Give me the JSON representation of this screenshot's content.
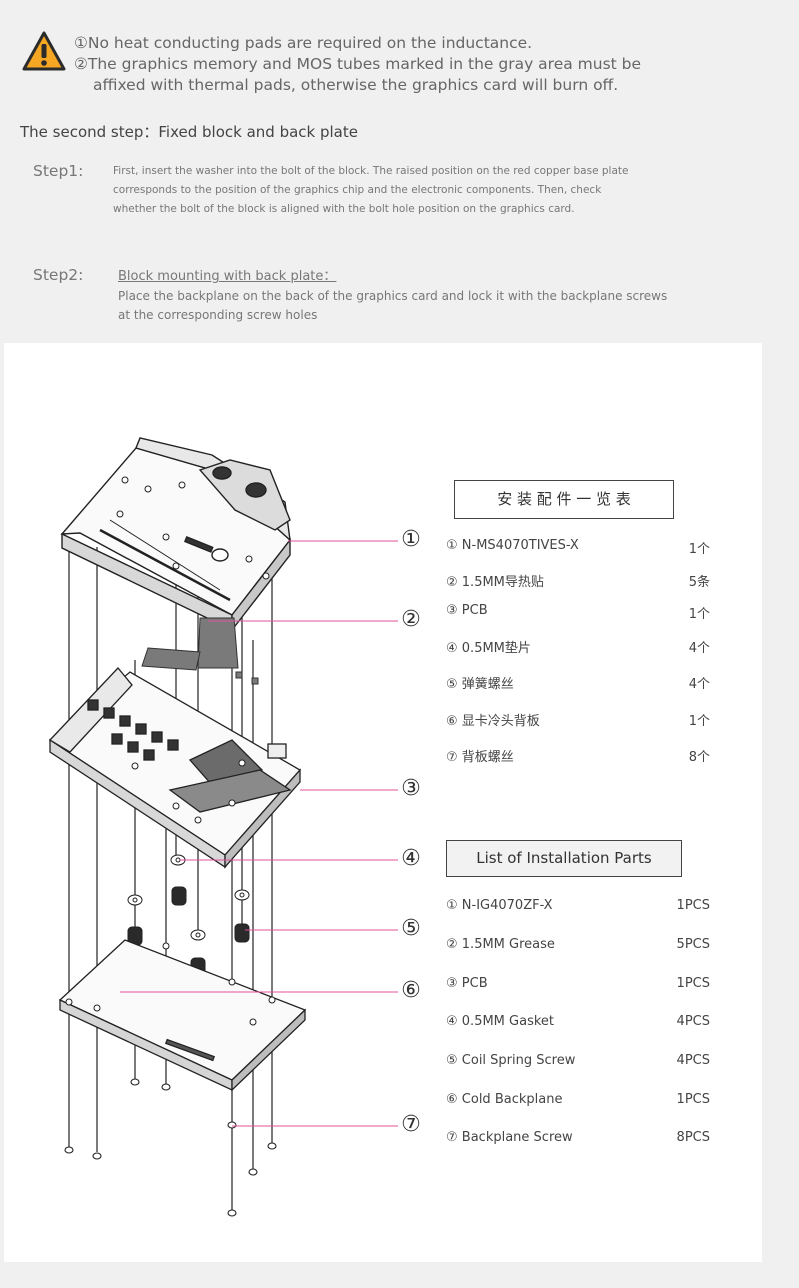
{
  "warning": {
    "icon": "warning-triangle-icon",
    "icon_color": "#f5a623",
    "line1": "①No heat conducting pads are required on the inductance.",
    "line2": "②The graphics memory and MOS tubes marked in the gray area must be",
    "line3": "affixed with thermal pads, otherwise the graphics card will burn off."
  },
  "section_title": "The second step：Fixed block and back plate",
  "steps": [
    {
      "label": "Step1:",
      "lines": [
        "First, insert the washer into the bolt of the block. The raised position on the red copper base plate",
        "corresponds to the position of the graphics chip and the electronic components. Then, check",
        "whether the bolt of the block is aligned with the bolt hole position on the graphics card."
      ]
    },
    {
      "label": "Step2:",
      "heading": "Block mounting with back plate：",
      "lines": [
        "Place the backplane on the back of the graphics card and lock it with the backplane screws",
        "at the corresponding screw holes"
      ]
    }
  ],
  "callouts": [
    "①",
    "②",
    "③",
    "④",
    "⑤",
    "⑥",
    "⑦"
  ],
  "callout_line_color": "#e0539a",
  "parts_cn": {
    "title": "安 装 配 件 一 览 表",
    "items": [
      {
        "name": "① N-MS4070TIVES-X",
        "qty": "1个"
      },
      {
        "name": "② 1.5MM导热贴",
        "qty": "5条"
      },
      {
        "name": "③ PCB",
        "qty": "1个"
      },
      {
        "name": "④ 0.5MM垫片",
        "qty": "4个"
      },
      {
        "name": "⑤ 弹簧螺丝",
        "qty": "4个"
      },
      {
        "name": "⑥ 显卡冷头背板",
        "qty": "1个"
      },
      {
        "name": "⑦ 背板螺丝",
        "qty": "8个"
      }
    ]
  },
  "parts_en": {
    "title": "List of Installation Parts",
    "items": [
      {
        "name": "① N-IG4070ZF-X",
        "qty": "1PCS"
      },
      {
        "name": "② 1.5MM Grease",
        "qty": "5PCS"
      },
      {
        "name": "③ PCB",
        "qty": "1PCS"
      },
      {
        "name": "④ 0.5MM Gasket",
        "qty": "4PCS"
      },
      {
        "name": "⑤ Coil Spring Screw",
        "qty": "4PCS"
      },
      {
        "name": "⑥ Cold Backplane",
        "qty": "1PCS"
      },
      {
        "name": "⑦ Backplane Screw",
        "qty": "8PCS"
      }
    ]
  }
}
